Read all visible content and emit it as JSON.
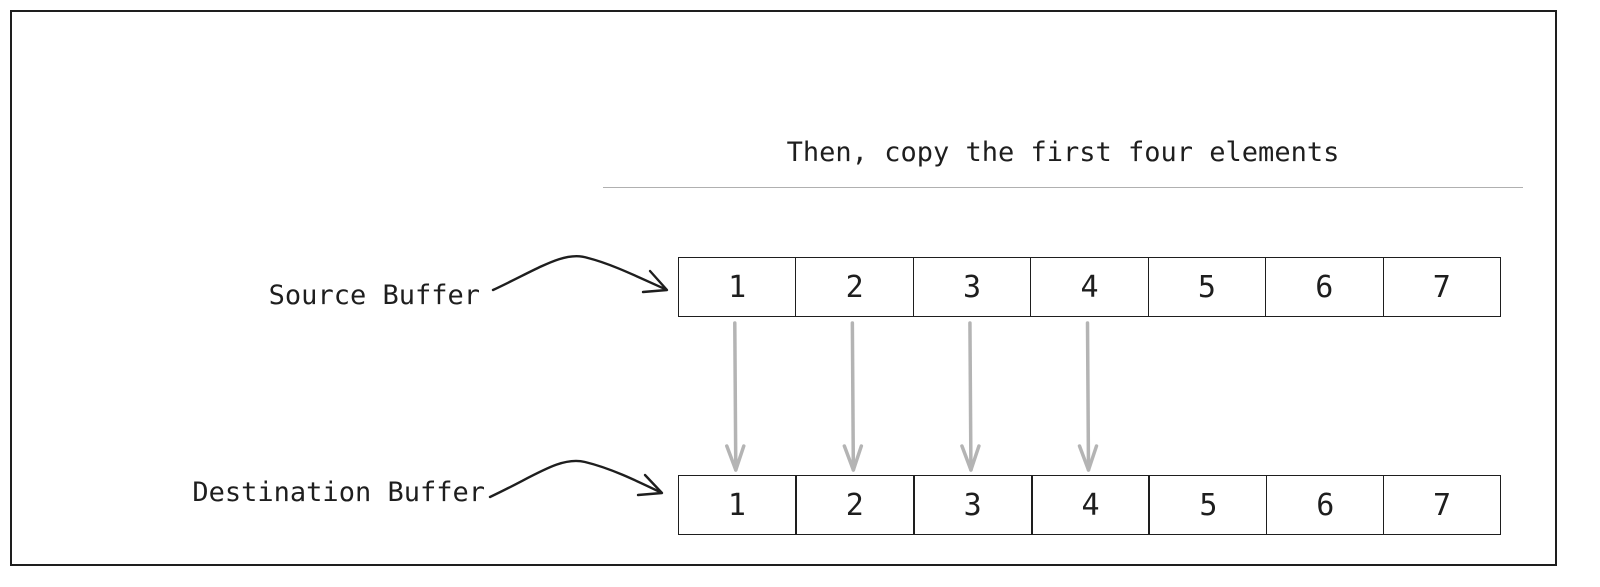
{
  "diagram": {
    "title": "Then, copy the first four elements",
    "source": {
      "label": "Source Buffer",
      "cells": [
        "1",
        "2",
        "3",
        "4",
        "5",
        "6",
        "7"
      ]
    },
    "destination": {
      "label": "Destination Buffer",
      "cells": [
        "1",
        "2",
        "3",
        "4",
        "5",
        "6",
        "7"
      ]
    },
    "copied_count": 4,
    "colors": {
      "ink": "#1e1e1e",
      "copy_arrow": "#b4b4b4",
      "rule": "#b0b0b0"
    }
  }
}
